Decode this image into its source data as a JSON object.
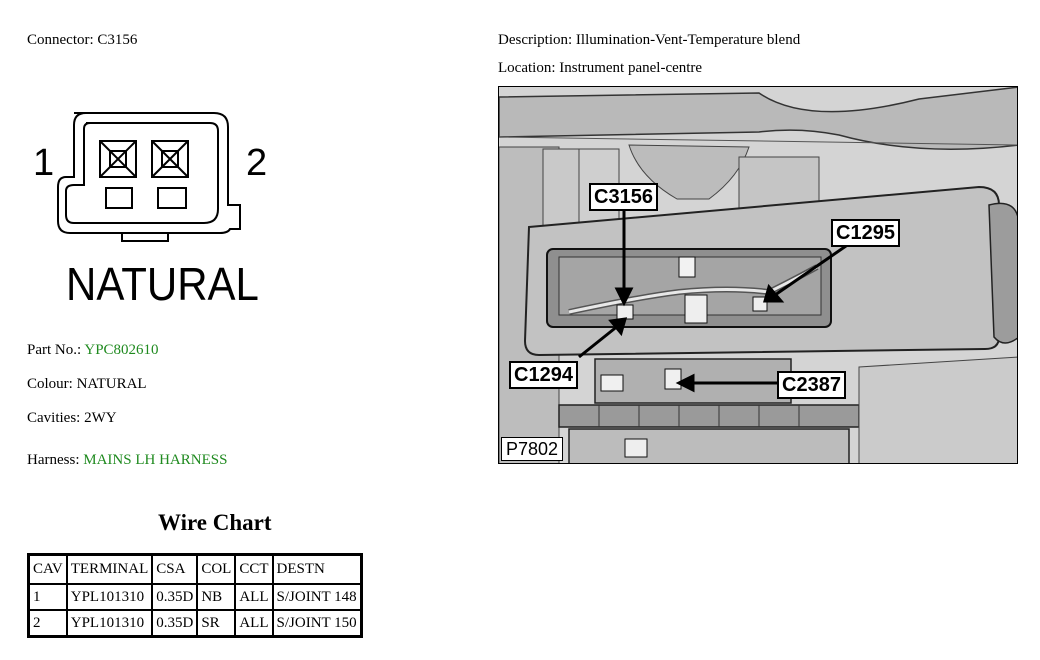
{
  "connector": {
    "label": "Connector:",
    "value": "C3156",
    "pin_left": "1",
    "pin_right": "2",
    "drawing_label": "NATURAL"
  },
  "description": {
    "label": "Description:",
    "value": "Illumination-Vent-Temperature blend"
  },
  "location": {
    "label": "Location:",
    "value": "Instrument panel-centre"
  },
  "part_no": {
    "label": "Part No.:",
    "value": "YPC802610"
  },
  "colour": {
    "label": "Colour:",
    "value": "NATURAL"
  },
  "cavities": {
    "label": "Cavities:",
    "value": "2WY"
  },
  "harness": {
    "label": "Harness:",
    "value": "MAINS LH HARNESS"
  },
  "photo": {
    "callouts": [
      "C3156",
      "C1295",
      "C1294",
      "C2387"
    ],
    "id": "P7802"
  },
  "wire_chart": {
    "title": "Wire Chart",
    "headers": [
      "CAV",
      "TERMINAL",
      "CSA",
      "COL",
      "CCT",
      "DESTN"
    ],
    "rows": [
      [
        "1",
        "YPL101310",
        "0.35D",
        "NB",
        "ALL",
        "S/JOINT 148"
      ],
      [
        "2",
        "YPL101310",
        "0.35D",
        "SR",
        "ALL",
        "S/JOINT 150"
      ]
    ]
  },
  "colors": {
    "green_value": "#1f8a1f"
  }
}
